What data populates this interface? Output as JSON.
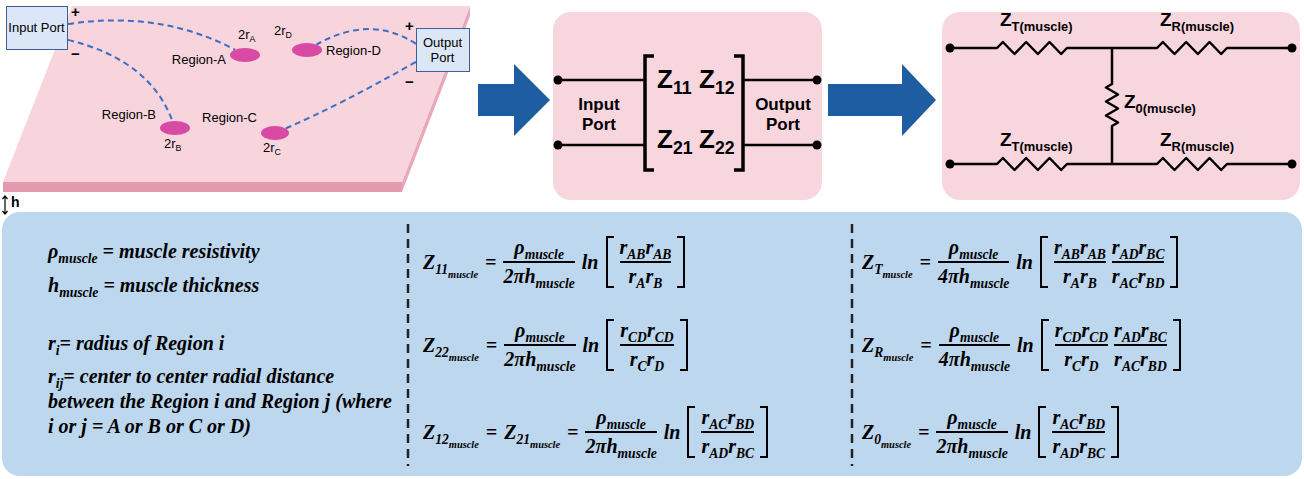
{
  "diagram": {
    "nodes": [
      {
        "text": [
          "Input Port",
          "+",
          "−"
        ]
      },
      {
        "text": [
          "2rA",
          "Region-A"
        ]
      },
      {
        "text": [
          "2rD",
          "Region-D"
        ]
      },
      {
        "text": [
          "Output Port",
          "+",
          "−"
        ]
      },
      {
        "text": [
          "Region-B",
          "2rB"
        ]
      },
      {
        "text": [
          "Region-C",
          "2rC"
        ]
      },
      {
        "text": [
          "Input Port",
          "Z11",
          "Z12",
          "Z21",
          "Z22",
          "Output Port"
        ]
      },
      {
        "text": [
          "ZT(muscle)",
          "ZR(muscle)",
          "Z0(muscle)",
          "ZT(muscle)",
          "ZR(muscle)"
        ]
      },
      {
        "text": [
          "ρmuscle = muscle resistivity",
          "hmuscle = muscle thickness",
          "ri= radius of Region i",
          "rij= center to center radial distance between the Region i and Region j (where i or j = A or B or C or D)",
          "Z11muscle",
          "=",
          "ρmuscle",
          "2πhmuscle",
          "ln",
          "rABrAB",
          "rArB",
          "Z22muscle",
          "=",
          "ρmuscle",
          "2πhmuscle",
          "ln",
          "rCDrCD",
          "rCrD",
          "Z12muscle",
          "=",
          "Z21muscle",
          "=",
          "ρmuscle",
          "2πhmuscle",
          "ln",
          "rACrBD",
          "rADrBC",
          "ZTmuscle",
          "=",
          "ρmuscle",
          "4πhmuscle",
          "ln",
          "rABrAB",
          "rArB",
          "rADrBC",
          "rACrBD",
          "ZRmuscle",
          "=",
          "ρmuscle",
          "4πhmuscle",
          "ln",
          "rCDrCD",
          "rCrD",
          "rADrBC",
          "rACrBD",
          "Z0muscle",
          "=",
          "ρmuscle",
          "2πhmuscle",
          "ln",
          "rACrBD",
          "rADrBC"
        ]
      }
    ],
    "edges": [
      {
        "from": 0,
        "to": 1,
        "arrow": "none"
      },
      {
        "from": 0,
        "to": 4,
        "arrow": "none"
      },
      {
        "from": 3,
        "to": 2,
        "arrow": "none"
      },
      {
        "from": 3,
        "to": 5,
        "arrow": "none"
      },
      {
        "from": 6,
        "to": 7,
        "arrow": "to"
      }
    ],
    "labels": [
      "h"
    ]
  }
}
